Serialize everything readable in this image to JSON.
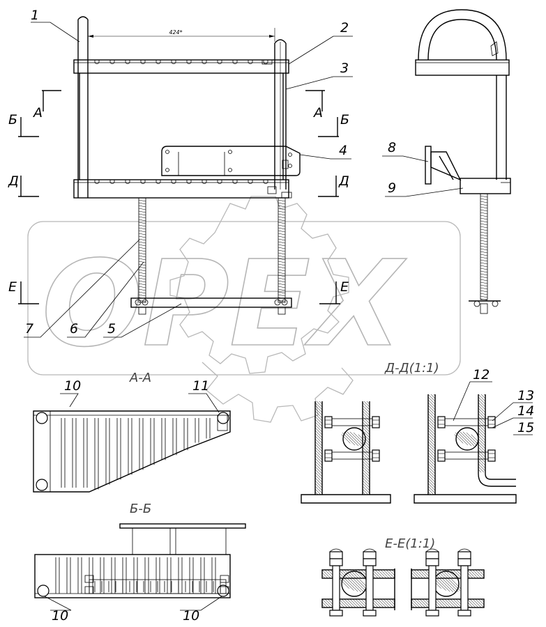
{
  "watermark": {
    "text": "OPEX"
  },
  "dimension": {
    "top_width": "424*"
  },
  "callouts": [
    "1",
    "2",
    "3",
    "4",
    "5",
    "6",
    "7",
    "8",
    "9",
    "10",
    "11",
    "12",
    "13",
    "14",
    "15",
    "10",
    "10"
  ],
  "section_marks": {
    "a_left": "А",
    "a_right": "А",
    "b_left": "Б",
    "b_right": "Б",
    "d_left": "Д",
    "d_right": "Д",
    "e_left": "Е",
    "e_right": "Е"
  },
  "section_titles": {
    "aa": "А-А",
    "bb": "Б-Б",
    "dd": "Д-Д(1:1)",
    "ee": "Е-Е(1:1)"
  }
}
